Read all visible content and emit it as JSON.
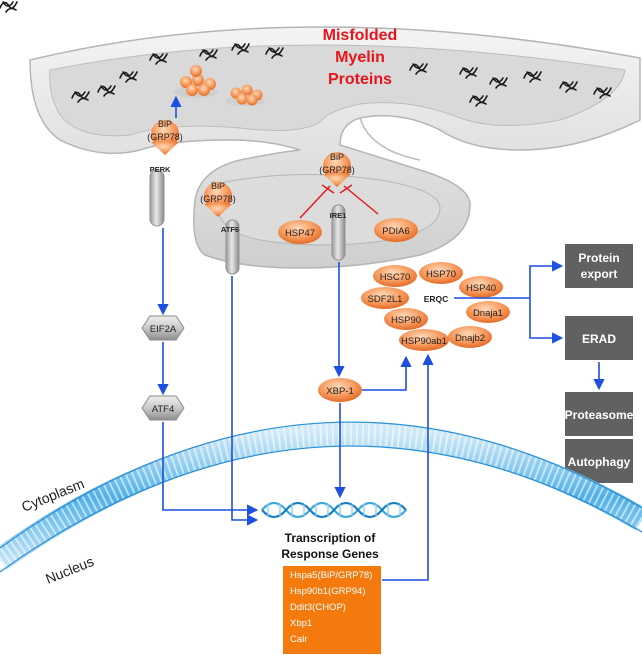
{
  "title": [
    "Misfolded",
    "Myelin",
    "Proteins"
  ],
  "er_sensors": {
    "bip_label": [
      "BiP",
      "(GRP78)"
    ],
    "perk": "PERK",
    "atf6": "ATF6",
    "ire1": "IRE1",
    "hsp47": "HSP47",
    "pdia6": "PDIA6"
  },
  "pathway": {
    "eif2a": "EIF2A",
    "atf4": "ATF4",
    "xbp1": "XBP-1"
  },
  "erqc": {
    "label": "ERQC",
    "chaperones": [
      "HSC70",
      "HSP70",
      "HSP40",
      "SDF2L1",
      "Dnaja1",
      "HSP90",
      "Dnajb2",
      "HSP90ab1"
    ]
  },
  "outcomes": {
    "protein_export": [
      "Protein",
      "export"
    ],
    "erad": "ERAD",
    "proteasome": "Proteasome",
    "autophagy": "Autophagy"
  },
  "compartments": {
    "cytoplasm": "Cytoplasm",
    "nucleus": "Nucleus"
  },
  "transcription": [
    "Transcription of",
    "Response Genes"
  ],
  "response_genes": [
    "Hspa5(BiP/GRP78)",
    "Hsp90b1(GRP94)",
    "Ddit3(CHOP)",
    "Xbp1",
    "Calr"
  ],
  "colors": {
    "arrow": "#1d4fe0",
    "orange": "#f47a0e",
    "title": "#e8141b",
    "gray_box": "#616161",
    "er_fill": "#e6e6e6",
    "membrane": "#5ab8ec"
  }
}
